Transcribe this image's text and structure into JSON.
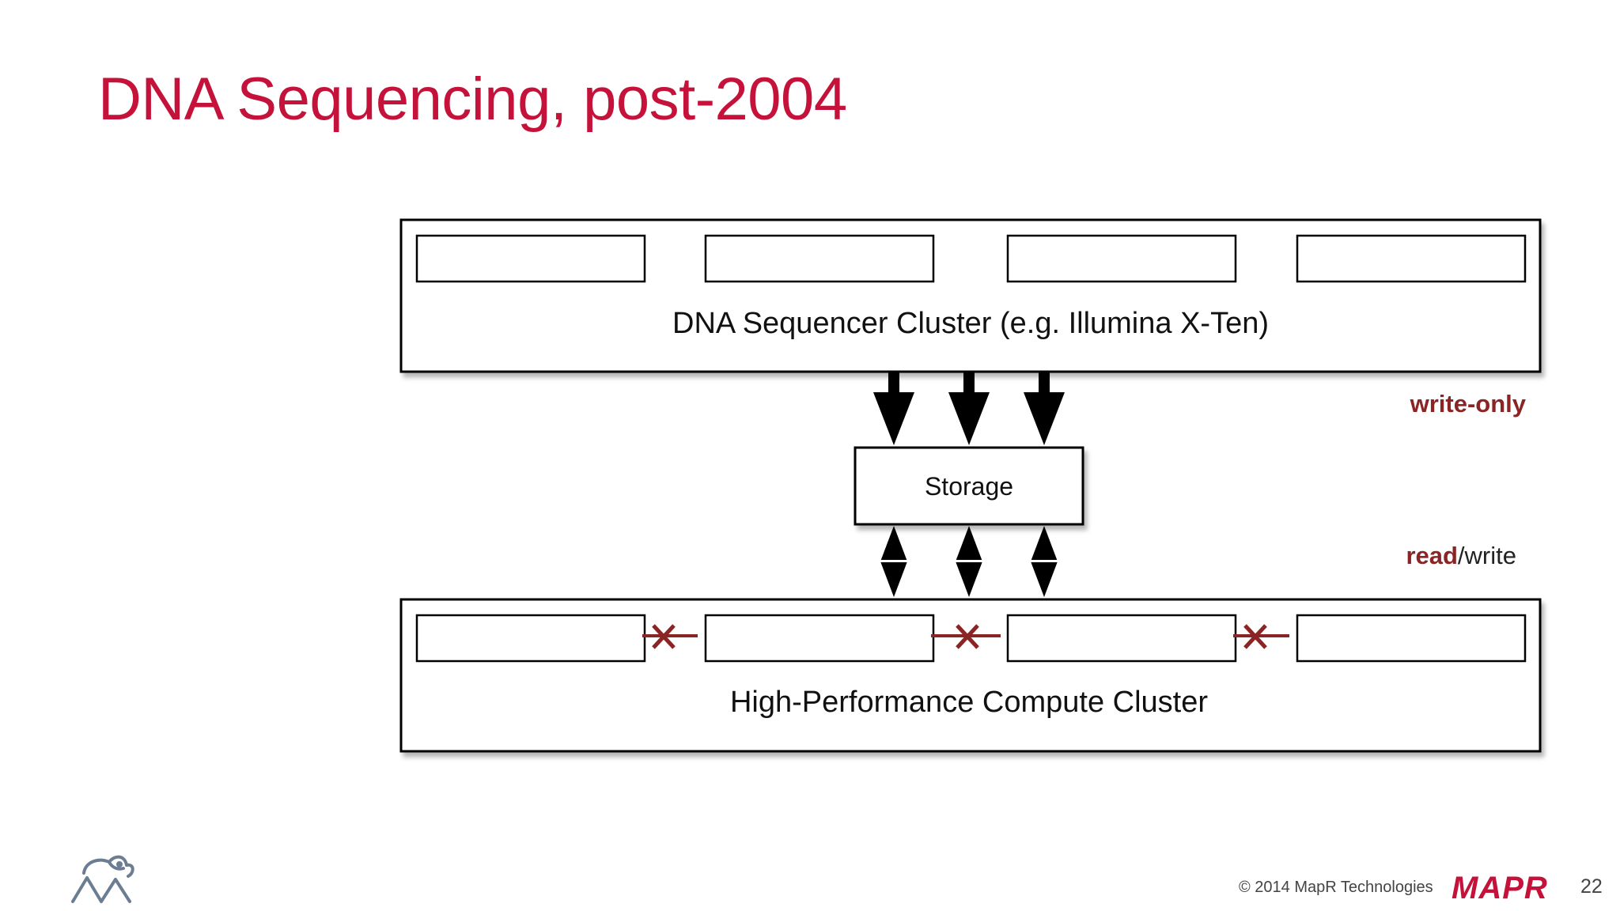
{
  "slide": {
    "title": "DNA Sequencing, post-2004"
  },
  "diagram": {
    "top_cluster_label": "DNA Sequencer Cluster (e.g. Illumina X-Ten)",
    "storage_label": "Storage",
    "bottom_cluster_label": "High-Performance Compute Cluster",
    "write_label": "write-only",
    "read_label_bold": "read",
    "read_label_rest": "/write"
  },
  "footer": {
    "copyright": "© 2014 MapR Technologies",
    "brand": "MAPR",
    "page_number": "22"
  },
  "colors": {
    "title": "#c4123a",
    "accent_dark_red": "#8b2424",
    "box_stroke": "#000000"
  },
  "icons": {
    "elephant_logo": "elephant-logo-icon",
    "brand_logo": "mapr-logo-icon",
    "blocked_link": "x-mark-icon"
  }
}
